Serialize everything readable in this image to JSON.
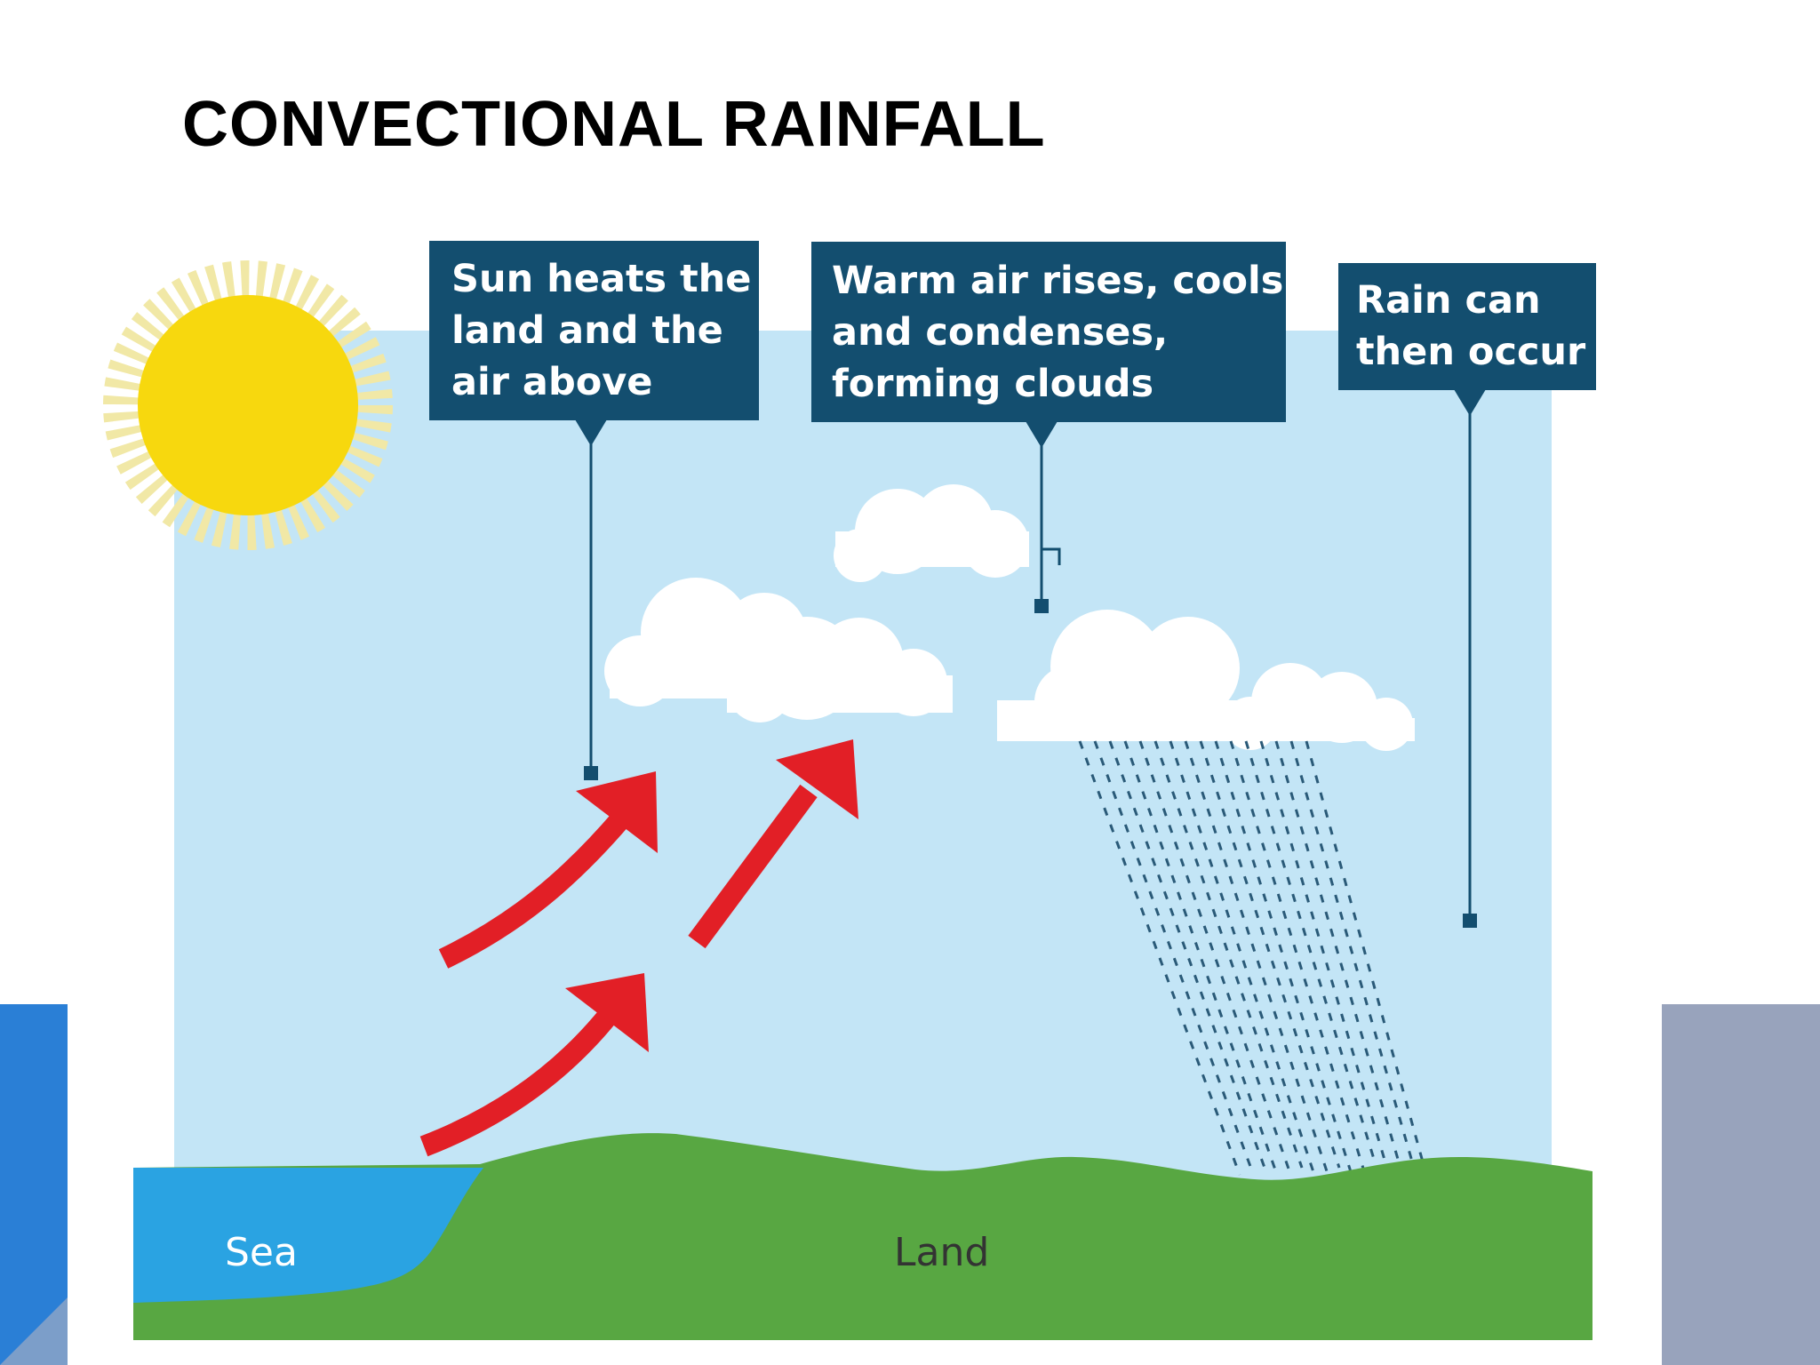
{
  "slide": {
    "title": "CONVECTIONAL RAINFALL"
  },
  "diagram": {
    "callouts": [
      {
        "lines": [
          "Sun heats the",
          "land and the",
          "air above"
        ]
      },
      {
        "lines": [
          "Warm air rises, cools",
          "and condenses,",
          "forming clouds"
        ]
      },
      {
        "lines": [
          "Rain can",
          "then occur"
        ]
      }
    ],
    "labels": {
      "sea": "Sea",
      "land": "Land"
    }
  },
  "colors": {
    "sky": "#c3e5f6",
    "sun": "#f7d80e",
    "sun_rays": "#f1e8a6",
    "callout_bg": "#134e6f",
    "arrow": "#e21f26",
    "cloud": "#ffffff",
    "rain": "#2a5a78",
    "land": "#58a742",
    "sea": "#2aa3e2",
    "accent_left": "#2a7fd6",
    "accent_right": "#98a3bc"
  },
  "icons": {
    "sun": "sun-icon",
    "arrow": "rising-air-arrow-icon",
    "cloud": "cloud-icon",
    "rain": "rain-icon"
  }
}
